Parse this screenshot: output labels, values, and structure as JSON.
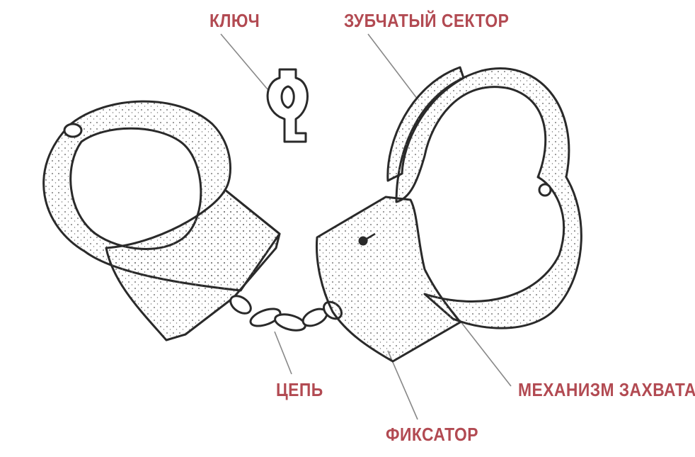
{
  "labels": {
    "key": "КЛЮЧ",
    "toothed_sector": "ЗУБЧАТЫЙ СЕКТОР",
    "chain": "ЦЕПЬ",
    "latch_mechanism": "МЕХАНИЗМ ЗАХВАТА",
    "lock": "ФИКСАТОР"
  },
  "colors": {
    "label": "#b24a52",
    "line": "#2a2a2a",
    "leader": "#888888",
    "fill": "#ffffff"
  }
}
